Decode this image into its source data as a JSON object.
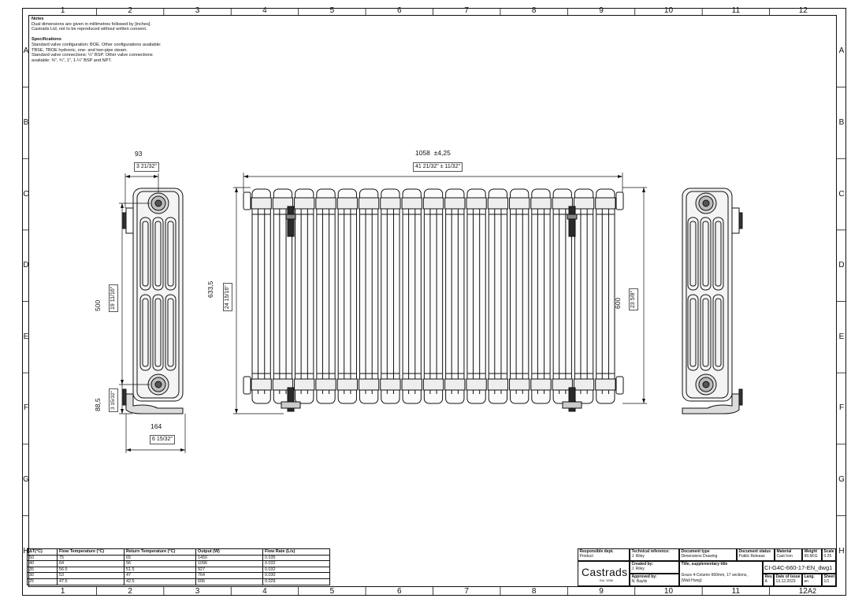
{
  "grid": {
    "columns": [
      "1",
      "2",
      "3",
      "4",
      "5",
      "6",
      "7",
      "8",
      "9",
      "10",
      "11",
      "12"
    ],
    "rows": [
      "A",
      "B",
      "C",
      "D",
      "E",
      "F",
      "G",
      "H"
    ]
  },
  "notes": {
    "heading": "Notes",
    "line1": "Dual dimensions are given in millimetres followed by [inches].",
    "line2": "Castrads Ltd, not to be reproduced without written consent.",
    "spec_heading": "Specifications",
    "spec1": "Standard valve configuration: BOE. Other configurations available:",
    "spec2": "TBSE, TBOE hydronic, one- and two-pipe steam.",
    "spec3": "Standard valve connections: ½\" BSP. Other valve connections",
    "spec4": "available: ⅜\", ¾\", 1\", 1-¼\" BSP and NPT."
  },
  "dimensions": {
    "width_mm": "93",
    "width_in": "3 21/32\"",
    "length_mm": "1058",
    "length_tol": "±4,25",
    "length_in": "41 21/32\"",
    "length_in_tol": "± 11/32\"",
    "height_mm": "633,5",
    "height_in": "24 15/16\"",
    "centres_mm": "500",
    "centres_in": "19 11/16\"",
    "section_height_mm": "600",
    "section_height_in": "23 5/8\"",
    "foot_mm": "88,5",
    "foot_in": "3 15/32\"",
    "depth_mm": "164",
    "depth_in": "6 15/32\""
  },
  "performance_table": {
    "headers": [
      "ΔT(°C)",
      "Flow Temperature (°C)",
      "Return Temperature (°C)",
      "Output (W)",
      "Flow Rate (L/s)"
    ],
    "rows": [
      [
        "50",
        "75",
        "65",
        "1450",
        "0.035"
      ],
      [
        "40",
        "64",
        "56",
        "1096",
        "0.032"
      ],
      [
        "35",
        "56.5",
        "51.5",
        "927",
        "0.032"
      ],
      [
        "30",
        "53",
        "47",
        "764",
        "0.030"
      ],
      [
        "25",
        "47.5",
        "42.5",
        "606",
        "0.029"
      ]
    ]
  },
  "title_block": {
    "responsible_dept_label": "Responsible dept.",
    "responsible_dept": "Product",
    "technical_ref_label": "Technical reference:",
    "technical_ref": "J. Riley",
    "created_by_label": "Created by:",
    "created_by": "J. Riley",
    "approved_by_label": "Approved by:",
    "approved_by": "N. Baylis",
    "doc_type_label": "Document type",
    "doc_type": "Dimensions Drawing",
    "doc_status_label": "Document status",
    "doc_status": "Public Release",
    "material_label": "Material",
    "material": "Cast Iron",
    "weight_label": "Weight",
    "weight": "99.6KG",
    "scale_label": "Scale",
    "scale": "0.25",
    "title_label": "Title, supplementary title",
    "title_line1": "Grace 4-Column 660mm, 17 sections,",
    "title_line2": "(Wall Hung)",
    "doc_number": "CI-G4C-660-17-EN_dwg1",
    "rev_label": "Rev.",
    "rev": "A",
    "date_label": "Date of issue",
    "date": "13.12.2023",
    "lang_label": "Lang.",
    "lang": "en",
    "sheet_label": "Sheet",
    "sheet": "1/1",
    "brand": "Castrads",
    "brand_est": "Est. 1996",
    "paper_size": "A2"
  },
  "colors": {
    "line": "#111111",
    "fill_dark": "#2a2a2a",
    "fill_light": "#e6e6e6"
  }
}
